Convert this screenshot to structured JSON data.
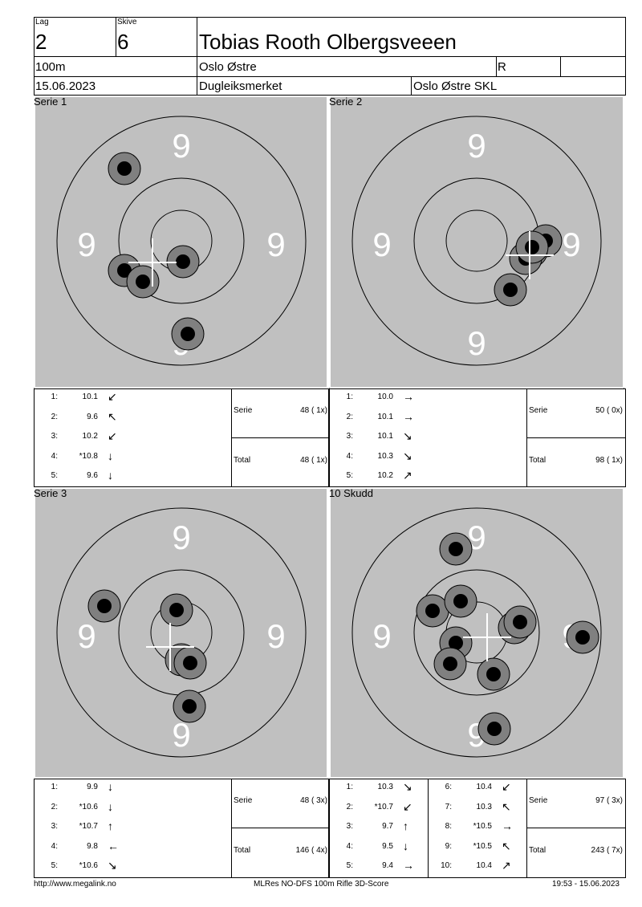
{
  "header": {
    "lag_label": "Lag",
    "lag_value": "2",
    "skive_label": "Skive",
    "skive_value": "6",
    "shooter_name": "Tobias Rooth Olbergsveeen",
    "distance": "100m",
    "club": "Oslo Østre",
    "class": "R",
    "date": "15.06.2023",
    "event": "Dugleiksmerket",
    "organizer": "Oslo Østre SKL"
  },
  "colors": {
    "target_bg": "#c0c0c0",
    "hole_outer": "#808080",
    "hole_inner": "#000000",
    "ring_number": "#ffffff"
  },
  "panels": [
    {
      "title": "Serie 1",
      "shots": [
        {
          "n": "1:",
          "score": "10.1",
          "arrow": "↙"
        },
        {
          "n": "2:",
          "score": "9.6",
          "arrow": "↖"
        },
        {
          "n": "3:",
          "score": "10.2",
          "arrow": "↙"
        },
        {
          "n": "4:",
          "score": "*10.8",
          "arrow": "↓"
        },
        {
          "n": "5:",
          "score": "9.6",
          "arrow": "↓"
        }
      ],
      "serie_label": "Serie",
      "serie_value": "48 ( 1x)",
      "total_label": "Total",
      "total_value": "48 ( 1x)"
    },
    {
      "title": "Serie 2",
      "shots": [
        {
          "n": "1:",
          "score": "10.0",
          "arrow": "→"
        },
        {
          "n": "2:",
          "score": "10.1",
          "arrow": "→"
        },
        {
          "n": "3:",
          "score": "10.1",
          "arrow": "↘"
        },
        {
          "n": "4:",
          "score": "10.3",
          "arrow": "↘"
        },
        {
          "n": "5:",
          "score": "10.2",
          "arrow": "↗"
        }
      ],
      "serie_label": "Serie",
      "serie_value": "50 ( 0x)",
      "total_label": "Total",
      "total_value": "98 ( 1x)"
    },
    {
      "title": "Serie 3",
      "shots": [
        {
          "n": "1:",
          "score": "9.9",
          "arrow": "↓"
        },
        {
          "n": "2:",
          "score": "*10.6",
          "arrow": "↓"
        },
        {
          "n": "3:",
          "score": "*10.7",
          "arrow": "↑"
        },
        {
          "n": "4:",
          "score": "9.8",
          "arrow": "←"
        },
        {
          "n": "5:",
          "score": "*10.6",
          "arrow": "↘"
        }
      ],
      "serie_label": "Serie",
      "serie_value": "48 ( 3x)",
      "total_label": "Total",
      "total_value": "146 ( 4x)"
    },
    {
      "title": "10 Skudd",
      "shots": [
        {
          "n": "1:",
          "score": "10.3",
          "arrow": "↘"
        },
        {
          "n": "2:",
          "score": "*10.7",
          "arrow": "↙"
        },
        {
          "n": "3:",
          "score": "9.7",
          "arrow": "↑"
        },
        {
          "n": "4:",
          "score": "9.5",
          "arrow": "↓"
        },
        {
          "n": "5:",
          "score": "9.4",
          "arrow": "→"
        }
      ],
      "shots2": [
        {
          "n": "6:",
          "score": "10.4",
          "arrow": "↙"
        },
        {
          "n": "7:",
          "score": "10.3",
          "arrow": "↖"
        },
        {
          "n": "8:",
          "score": "*10.5",
          "arrow": "→"
        },
        {
          "n": "9:",
          "score": "*10.5",
          "arrow": "↖"
        },
        {
          "n": "10:",
          "score": "10.4",
          "arrow": "↗"
        }
      ],
      "serie_label": "Serie",
      "serie_value": "97 ( 3x)",
      "total_label": "Total",
      "total_value": "243 ( 7x)"
    }
  ],
  "ring_label": "9",
  "footer": {
    "url": "http://www.megalink.no",
    "program": "MLRes NO-DFS 100m Rifle 3D-Score",
    "timestamp": "19:53 - 15.06.2023"
  }
}
